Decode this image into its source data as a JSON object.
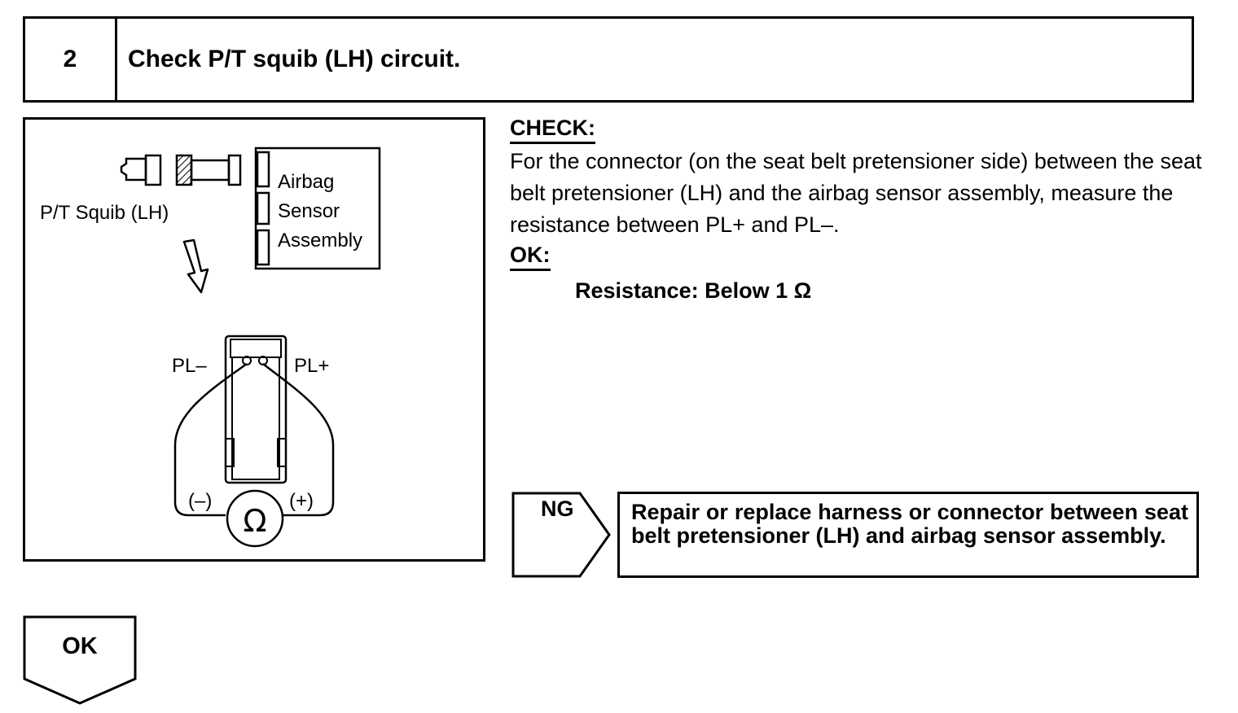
{
  "step": {
    "number": "2",
    "title": "Check P/T squib (LH) circuit."
  },
  "diagram": {
    "squib_label": "P/T Squib (LH)",
    "sensor_label_line1": "Airbag",
    "sensor_label_line2": "Sensor",
    "sensor_label_line3": "Assembly",
    "terminal_minus": "PL–",
    "terminal_plus": "PL+",
    "meter_minus": "(–)",
    "meter_plus": "(+)",
    "meter_symbol": "Ω"
  },
  "check": {
    "heading": "CHECK:",
    "text": "For the connector (on the seat belt pretensioner side) between the seat belt pretensioner (LH) and the airbag sensor assembly, measure the resistance between PL+ and PL–."
  },
  "ok": {
    "heading": "OK:",
    "spec": "Resistance: Below 1 Ω"
  },
  "ng": {
    "label": "NG",
    "text": "Repair or replace harness or connector between seat belt pretensioner (LH) and airbag sensor assembly."
  },
  "next": {
    "label": "OK"
  }
}
